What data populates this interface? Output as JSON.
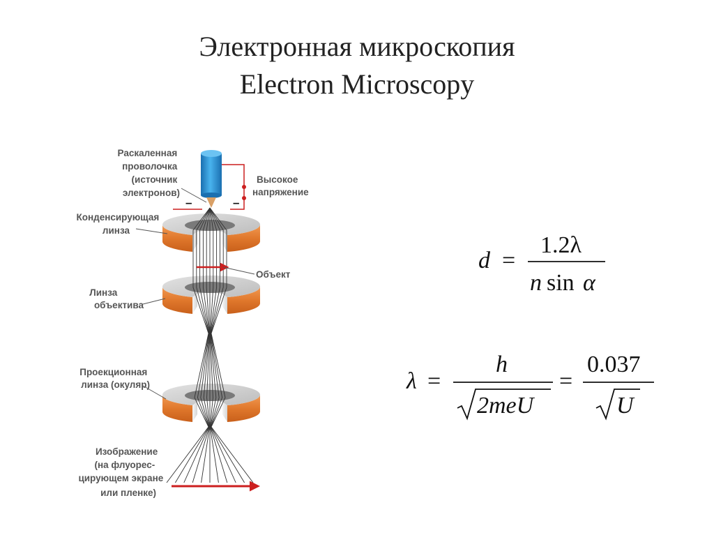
{
  "title": {
    "line1": "Электронная микроскопия",
    "line2": "Electron Microscopy"
  },
  "labels": {
    "filament": [
      "Раскаленная",
      "проволочка",
      "(источник",
      "электронов)"
    ],
    "high_voltage": [
      "Высокое",
      "напряжение"
    ],
    "condenser": [
      "Конденсирующая",
      "линза"
    ],
    "object": "Объект",
    "objective": [
      "Линза",
      "объектива"
    ],
    "projection": [
      "Проекционная",
      "линза (окуляр)"
    ],
    "image": [
      "Изображение",
      "(на флуорес-",
      "цирующем экране",
      "или пленке)"
    ],
    "minus": "–",
    "plus": "+"
  },
  "formula1": {
    "lhs": "d",
    "eq": "=",
    "numerator": "1.2λ",
    "denominator_n": "n",
    "denominator_sin": "sin",
    "denominator_alpha": "α"
  },
  "formula2": {
    "lhs": "λ",
    "eq1": "=",
    "numerator1": "h",
    "denominator1": "2meU",
    "eq2": "=",
    "numerator2": "0.037",
    "denominator2": "U"
  },
  "colors": {
    "cathode": "#1f8fd0",
    "coil": "#e07a30",
    "lens_top": "#cfcfcf",
    "lens_hole": "#7a7a7a",
    "wire": "#cc1f1f",
    "beam": "#333333"
  }
}
